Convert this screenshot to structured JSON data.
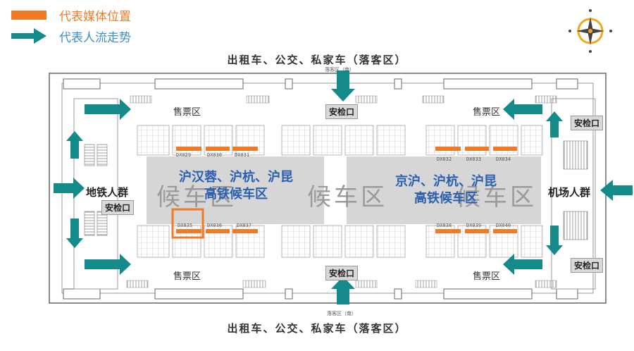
{
  "legend": {
    "media_label": "代表媒体位置",
    "flow_label": "代表人流走势"
  },
  "colors": {
    "media": "#f07a26",
    "flow": "#158a8a",
    "legend_text": "#3a8fc8",
    "zone_text": "#2b5fb0"
  },
  "roads": {
    "top": "出租车、公交、私家车（落客区）",
    "bottom": "出租车、公交、私家车（落客区）"
  },
  "small_labels": {
    "top": "落客区（南）",
    "bottom": "落客区（南）"
  },
  "ticket_areas": [
    "售票区",
    "售票区",
    "售票区",
    "售票区"
  ],
  "security": {
    "top_center": "安检口",
    "bottom_center": "安检口",
    "left": "安检口",
    "right_top": "安检口",
    "right_bottom": "安检口"
  },
  "crowds": {
    "left": "地铁人群",
    "right": "机场人群"
  },
  "zones": {
    "left_line1": "沪汉蓉、沪杭、沪昆",
    "left_line2": "高铁候车区",
    "right_line1": "京沪、沪杭、沪昆",
    "right_line2": "高铁候车区",
    "watermark_left": "候车区",
    "watermark_center": "候车区",
    "watermark_right": "候车区"
  },
  "codes": {
    "top_left": [
      "DX029",
      "DX030",
      "DX031"
    ],
    "top_right": [
      "DX032",
      "DX033",
      "DX034"
    ],
    "bottom_left": [
      "DX035",
      "DX036",
      "DX037"
    ],
    "bottom_right": [
      "DX038",
      "DX039",
      "DX040"
    ]
  }
}
